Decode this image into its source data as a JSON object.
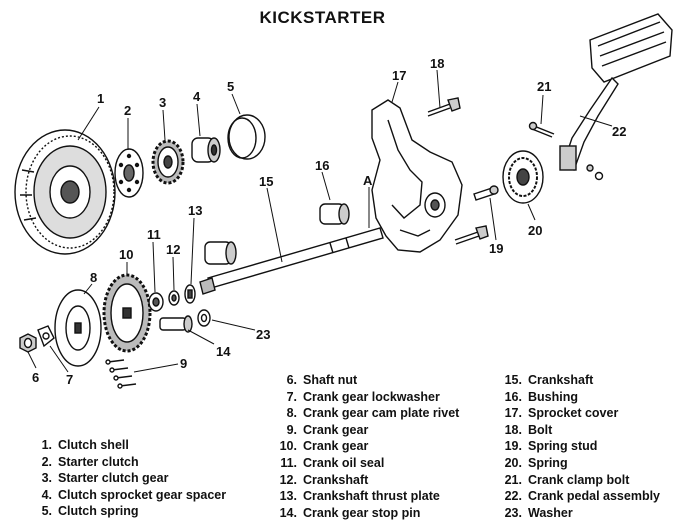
{
  "title": "KICKSTARTER",
  "callouts": [
    "1",
    "2",
    "3",
    "4",
    "5",
    "6",
    "7",
    "8",
    "9",
    "10",
    "11",
    "12",
    "13",
    "14",
    "15",
    "16",
    "17",
    "18",
    "19",
    "20",
    "21",
    "22",
    "23",
    "A"
  ],
  "legend": {
    "col1": [
      {
        "num": "1.",
        "text": "Clutch shell"
      },
      {
        "num": "2.",
        "text": "Starter clutch"
      },
      {
        "num": "3.",
        "text": "Starter clutch gear"
      },
      {
        "num": "4.",
        "text": "Clutch sprocket gear spacer"
      },
      {
        "num": "5.",
        "text": "Clutch spring"
      }
    ],
    "col2": [
      {
        "num": "6.",
        "text": "Shaft nut"
      },
      {
        "num": "7.",
        "text": "Crank gear lockwasher"
      },
      {
        "num": "8.",
        "text": "Crank gear cam plate rivet"
      },
      {
        "num": "9.",
        "text": "Crank gear"
      },
      {
        "num": "10.",
        "text": "Crank gear"
      },
      {
        "num": "11.",
        "text": "Crank oil seal"
      },
      {
        "num": "12.",
        "text": "Crankshaft"
      },
      {
        "num": "13.",
        "text": "Crankshaft thrust plate"
      },
      {
        "num": "14.",
        "text": "Crank gear stop pin"
      }
    ],
    "col3": [
      {
        "num": "15.",
        "text": "Crankshaft"
      },
      {
        "num": "16.",
        "text": "Bushing"
      },
      {
        "num": "17.",
        "text": "Sprocket cover"
      },
      {
        "num": "18.",
        "text": "Bolt"
      },
      {
        "num": "19.",
        "text": "Spring stud"
      },
      {
        "num": "20.",
        "text": "Spring"
      },
      {
        "num": "21.",
        "text": "Crank clamp bolt"
      },
      {
        "num": "22.",
        "text": "Crank pedal assembly"
      },
      {
        "num": "23.",
        "text": "Washer"
      }
    ]
  }
}
